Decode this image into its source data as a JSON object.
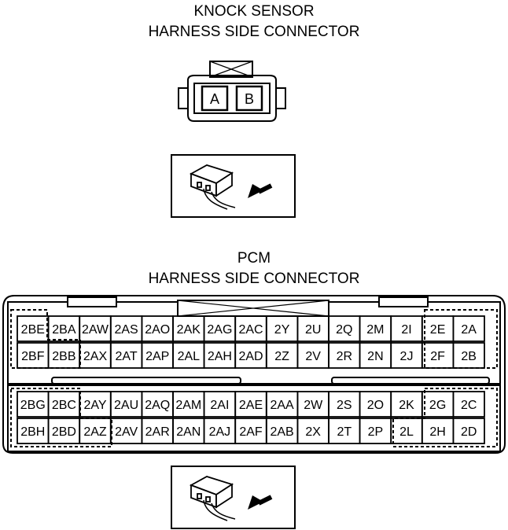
{
  "knock_sensor": {
    "title_line1": "KNOCK SENSOR",
    "title_line2": "HARNESS SIDE CONNECTOR",
    "pins": [
      "A",
      "B"
    ]
  },
  "pcm": {
    "title_line1": "PCM",
    "title_line2": "HARNESS SIDE CONNECTOR",
    "upper_rows": [
      [
        "2BE",
        "2BA",
        "2AW",
        "2AS",
        "2AO",
        "2AK",
        "2AG",
        "2AC",
        "2Y",
        "2U",
        "2Q",
        "2M",
        "2I",
        "2E",
        "2A"
      ],
      [
        "2BF",
        "2BB",
        "2AX",
        "2AT",
        "2AP",
        "2AL",
        "2AH",
        "2AD",
        "2Z",
        "2V",
        "2R",
        "2N",
        "2J",
        "2F",
        "2B"
      ]
    ],
    "lower_rows": [
      [
        "2BG",
        "2BC",
        "2AY",
        "2AU",
        "2AQ",
        "2AM",
        "2AI",
        "2AE",
        "2AA",
        "2W",
        "2S",
        "2O",
        "2K",
        "2G",
        "2C"
      ],
      [
        "2BH",
        "2BD",
        "2AZ",
        "2AV",
        "2AR",
        "2AN",
        "2AJ",
        "2AF",
        "2AB",
        "2X",
        "2T",
        "2P",
        "2L",
        "2H",
        "2D"
      ]
    ]
  },
  "icons": [
    "harness-view-icon",
    "harness-view-icon"
  ]
}
